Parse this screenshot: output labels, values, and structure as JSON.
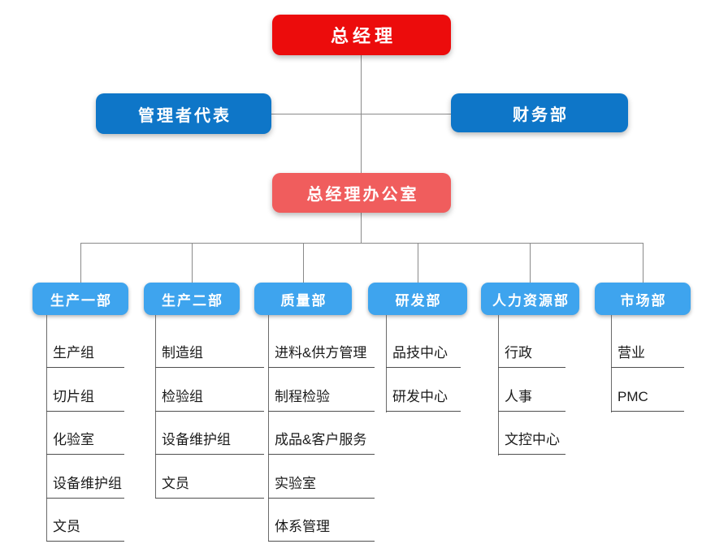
{
  "colors": {
    "root_node": "#ec0c0c",
    "level2_node": "#0e76c8",
    "office_node": "#f05d5d",
    "department_node": "#3ea4ee",
    "connector_line": "#8a8a8a",
    "item_text": "#1b1b1b",
    "node_text": "#ffffff"
  },
  "chart": {
    "root": {
      "label": "总经理"
    },
    "level2": [
      {
        "label": "管理者代表"
      },
      {
        "label": "财务部"
      }
    ],
    "office": {
      "label": "总经理办公室"
    },
    "departments": [
      {
        "label": "生产一部",
        "children": [
          "生产组",
          "切片组",
          "化验室",
          "设备维护组",
          "文员"
        ]
      },
      {
        "label": "生产二部",
        "children": [
          "制造组",
          "检验组",
          "设备维护组",
          "文员"
        ]
      },
      {
        "label": "质量部",
        "children": [
          "进料&供方管理",
          "制程检验",
          "成品&客户服务",
          "实验室",
          "体系管理"
        ]
      },
      {
        "label": "研发部",
        "children": [
          "品技中心",
          "研发中心"
        ]
      },
      {
        "label": "人力资源部",
        "children": [
          "行政",
          "人事",
          "文控中心"
        ]
      },
      {
        "label": "市场部",
        "children": [
          "营业",
          "PMC"
        ]
      }
    ]
  }
}
